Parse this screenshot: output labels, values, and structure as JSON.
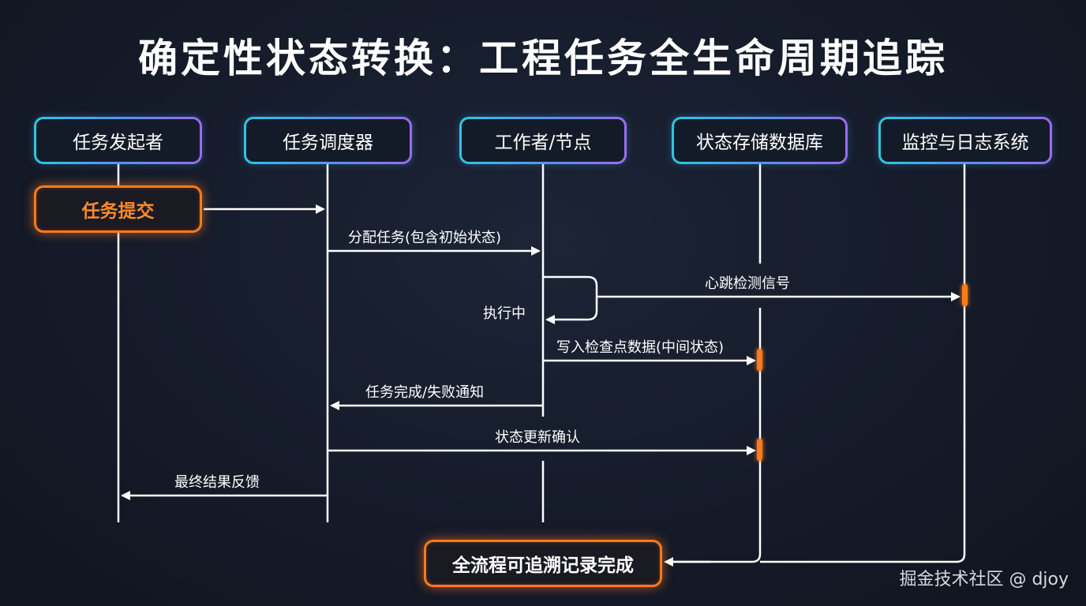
{
  "title": "确定性状态转换：工程任务全生命周期追踪",
  "lanes": [
    {
      "label": "任务发起者"
    },
    {
      "label": "任务调度器"
    },
    {
      "label": "工作者/节点"
    },
    {
      "label": "状态存储数据库"
    },
    {
      "label": "监控与日志系统"
    }
  ],
  "start_box": "任务提交",
  "end_box": "全流程可追溯记录完成",
  "messages": {
    "assign": "分配任务(包含初始状态)",
    "heartbeat": "心跳检测信号",
    "executing": "执行中",
    "checkpoint": "写入检查点数据(中间状态)",
    "complete_notify": "任务完成/失败通知",
    "state_confirm": "状态更新确认",
    "final_feedback": "最终结果反馈"
  },
  "watermark": "掘金技术社区 @ djoy",
  "colors": {
    "lane_border_start": "#2bc8e0",
    "lane_border_end": "#9a6cf0",
    "highlight_orange": "#ff7a1a",
    "arrow": "#ffffff",
    "background": "#141a28"
  }
}
